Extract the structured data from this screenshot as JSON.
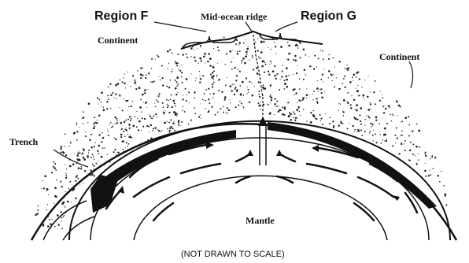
{
  "labels": {
    "region_f": "Region F",
    "mid_ocean_ridge": "Mid-ocean ridge",
    "region_g": "Region G",
    "continent_left": "Continent",
    "continent_right": "Continent",
    "trench": "Trench",
    "mantle": "Mantle"
  },
  "caption": "(NOT DRAWN TO SCALE)",
  "colors": {
    "ink": "#111111",
    "stipple": "#222222",
    "background": "#ffffff"
  }
}
